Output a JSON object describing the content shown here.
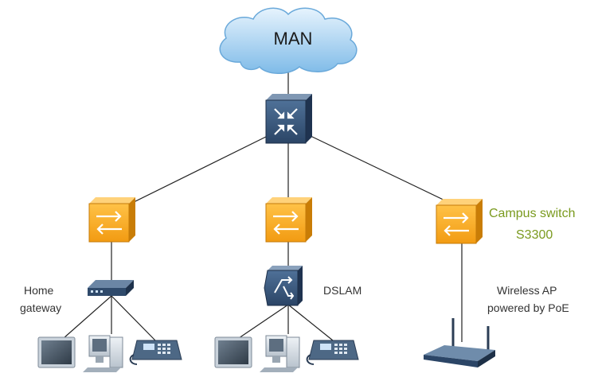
{
  "cloud": {
    "label": "MAN"
  },
  "campus_switch": {
    "line1": "Campus switch",
    "line2": "S3300"
  },
  "home_gateway": {
    "line1": "Home",
    "line2": "gateway"
  },
  "dslam": {
    "label": "DSLAM"
  },
  "wireless_ap": {
    "line1": "Wireless AP",
    "line2": "powered by PoE"
  },
  "colors": {
    "switch_orange": "#f5a623",
    "core_blue": "#3b5a80",
    "cloud_blue": "#a9d3f2",
    "link": "#222222",
    "accent_green": "#7a9a1e"
  }
}
